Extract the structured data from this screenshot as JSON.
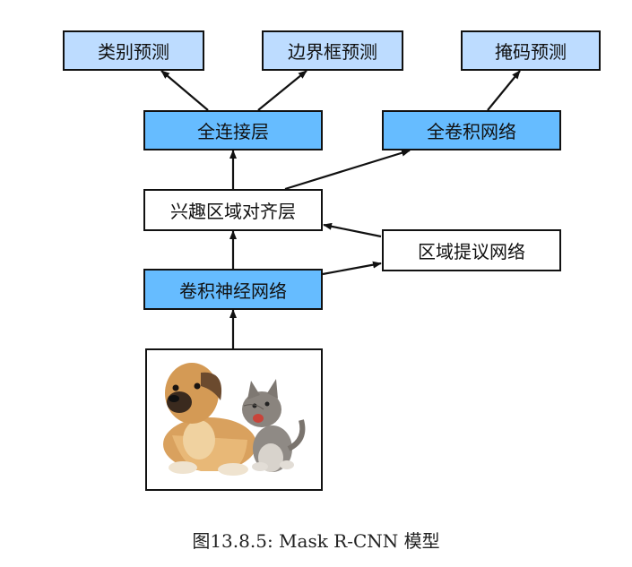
{
  "nodes": {
    "class_pred": "类别预测",
    "bbox_pred": "边界框预测",
    "mask_pred": "掩码预测",
    "fc": "全连接层",
    "fcn": "全卷积网络",
    "roi_align": "兴趣区域对齐层",
    "rpn": "区域提议网络",
    "cnn": "卷积神经网络"
  },
  "caption": "图13.8.5: Mask R-CNN 模型",
  "colors": {
    "output_fill": "#bddcff",
    "layer_fill": "#66bcff",
    "plain_fill": "#ffffff",
    "border": "#111111"
  }
}
